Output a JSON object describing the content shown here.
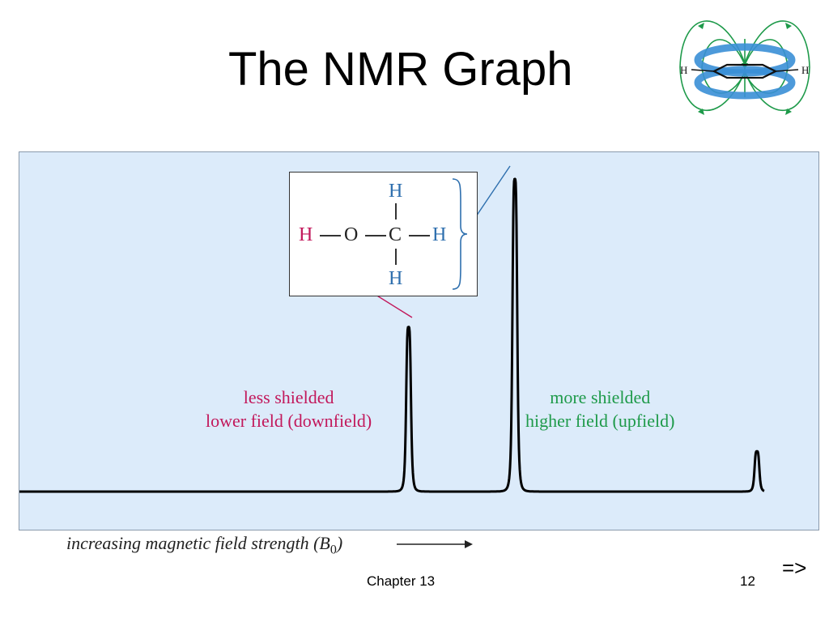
{
  "slide": {
    "title": "The NMR Graph",
    "footer_center": "Chapter 13",
    "page_number": "12",
    "next_label": "=>"
  },
  "ring_figure": {
    "left_atom": "H",
    "right_atom": "H"
  },
  "molecule": {
    "top_h": "H",
    "bottom_h": "H",
    "right_h": "H",
    "carbon": "C",
    "oxygen": "O",
    "hydroxyl_h": "H"
  },
  "labels": {
    "downfield_line1": "less shielded",
    "downfield_line2": "lower field (downfield)",
    "upfield_line1": "more shielded",
    "upfield_line2": "higher field (upfield)",
    "axis_text": "increasing magnetic field strength (B",
    "axis_subscript": "0",
    "axis_close": ")"
  },
  "colors": {
    "panel_background": "#dcebfa",
    "downfield": "#c2185b",
    "upfield": "#1e9a4a",
    "methyl_h": "#2e6fae",
    "ring_current": "#3a8fd6"
  },
  "chart_data": {
    "type": "line",
    "peaks": [
      {
        "position": 0.487,
        "height": 0.49
      },
      {
        "position": 0.62,
        "height": 0.93
      },
      {
        "position": 0.923,
        "height": 0.12
      }
    ]
  }
}
